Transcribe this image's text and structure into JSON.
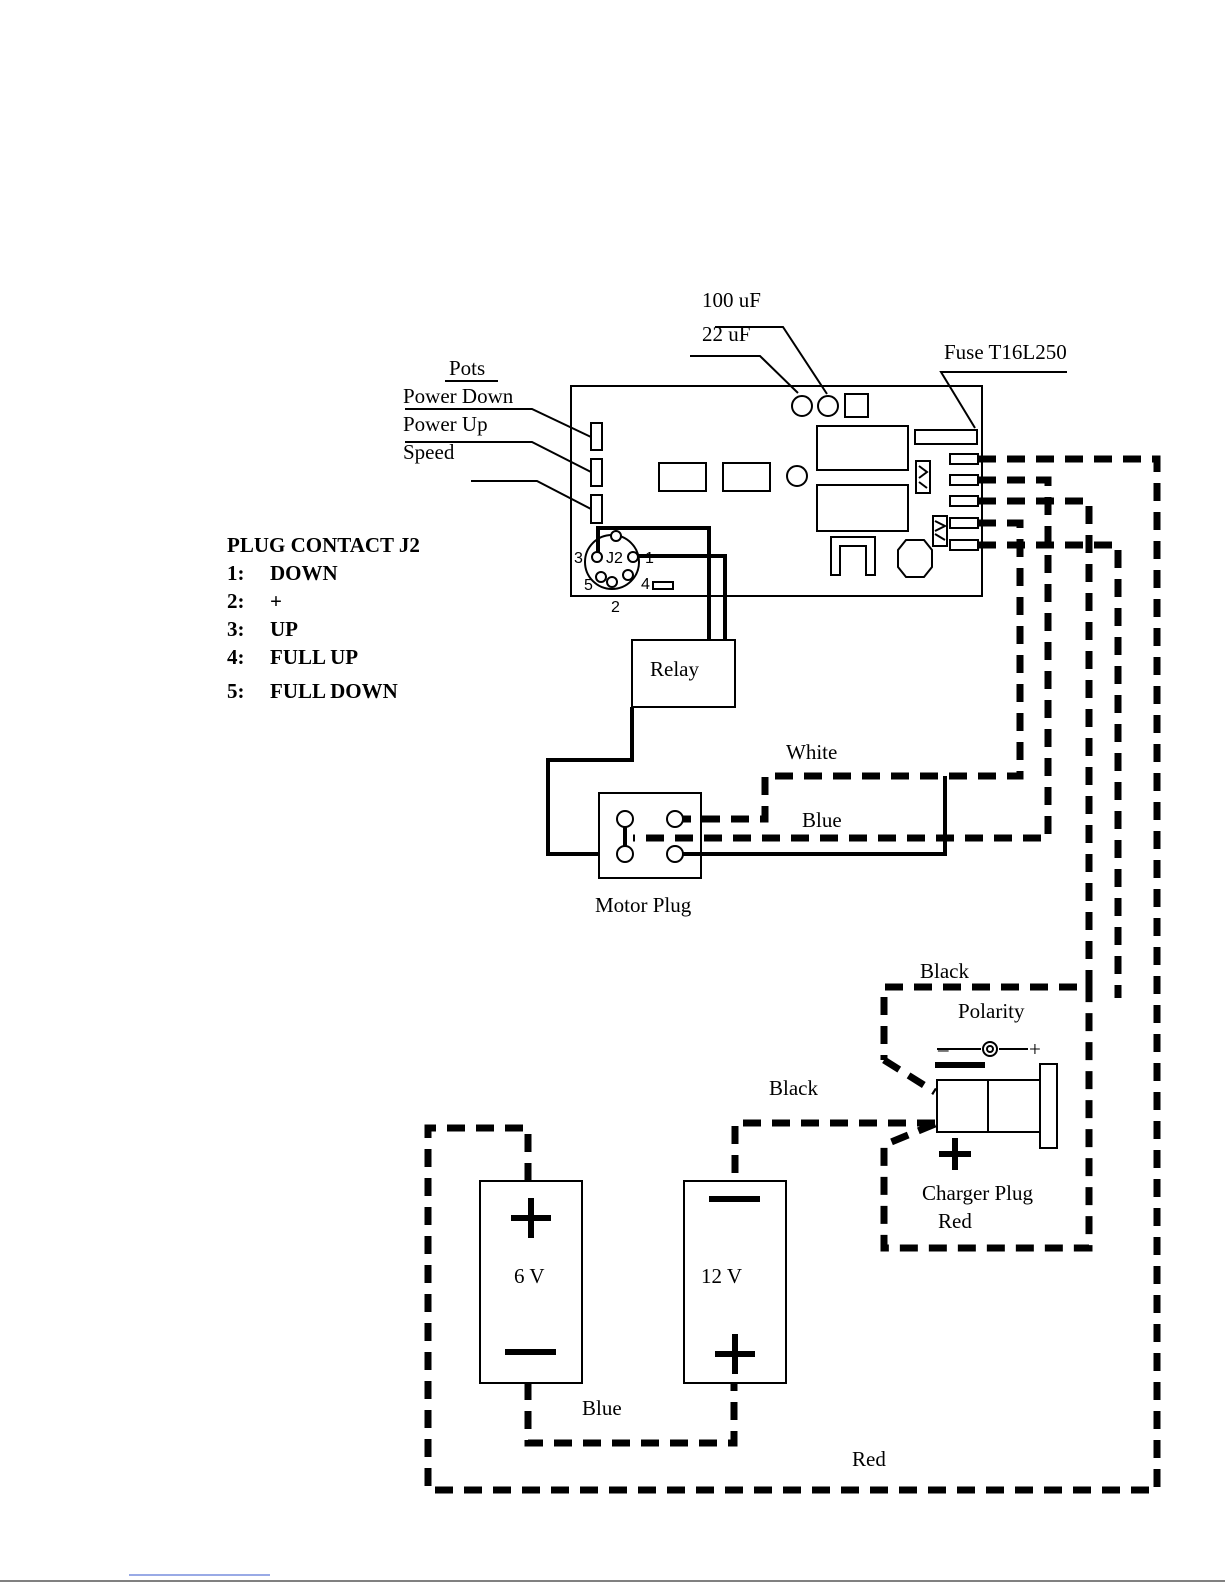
{
  "capacitors": {
    "c100": "100  uF",
    "c22": "22  uF"
  },
  "fuse_label": "Fuse  T16L250",
  "pots": {
    "title": "Pots",
    "items": [
      "Power  Down",
      "Power  Up",
      "Speed"
    ]
  },
  "plug_contact": {
    "title": "PLUG  CONTACT  J2",
    "rows": [
      {
        "num": "1:",
        "label": "DOWN"
      },
      {
        "num": "2:",
        "label": "+"
      },
      {
        "num": "3:",
        "label": "UP"
      },
      {
        "num": "4:",
        "label": "FULL  UP"
      },
      {
        "num": "5:",
        "label": "FULL  DOWN"
      }
    ]
  },
  "j2_marks": {
    "connector": "J2",
    "p1": "1",
    "p2": "2",
    "p3": "3",
    "p4": "4",
    "p5": "5"
  },
  "relay_label": "Relay",
  "motor_plug_label": "Motor  Plug",
  "wire_labels": {
    "white": "White",
    "blue_motor": "Blue",
    "black_top": "Black",
    "black_mid": "Black",
    "blue_bottom": "Blue",
    "red_bottom": "Red"
  },
  "charger": {
    "polarity_label": "Polarity",
    "polarity_minus": "–",
    "polarity_plus": "+",
    "plug_label": "Charger  Plug",
    "red_label": "Red"
  },
  "batteries": [
    {
      "voltage": "6  V",
      "top_terminal": "+",
      "bottom_terminal": "–"
    },
    {
      "voltage": "12  V",
      "top_terminal": "–",
      "bottom_terminal": "+"
    }
  ]
}
